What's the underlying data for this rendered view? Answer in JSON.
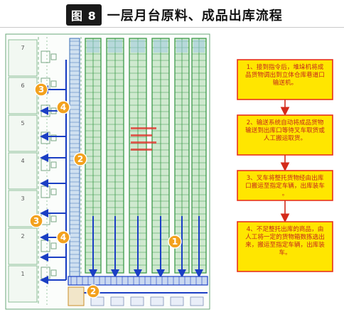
{
  "figure": {
    "number_label": "图 8",
    "title": "一层月台原料、成品出库流程"
  },
  "dock_slots": [
    "7",
    "6",
    "5",
    "4",
    "3",
    "2",
    "1"
  ],
  "flow_markers": [
    {
      "id": "m3a",
      "label": "3"
    },
    {
      "id": "m4a",
      "label": "4"
    },
    {
      "id": "m2a",
      "label": "2"
    },
    {
      "id": "m3b",
      "label": "3"
    },
    {
      "id": "m4b",
      "label": "4"
    },
    {
      "id": "m1",
      "label": "1"
    },
    {
      "id": "m2b",
      "label": "2"
    }
  ],
  "steps": [
    "1、接到指令后，堆垛机将成品货物调出到立体仓库巷道口输送机。",
    "2、输送系统自动将成品货物输送到出库口等待叉车取货或人工搬运取货。",
    "3、叉车将整托货物经由出库口搬运至指定车辆，出库装车。",
    "4、不足整托出库的商品，由人工将一定的货物箱数拣选出来，搬运至指定车辆，出库装车。"
  ],
  "colors": {
    "rack_green": "#3c9a4a",
    "rack_light": "#cfe9cf",
    "conveyor_blue": "#1b3fc4",
    "marker_orange": "#f3a11d",
    "step_box_fill": "#ffe600",
    "step_box_border": "#e8321e",
    "arrow_red": "#d42a1a",
    "annotation_red": "#e0302a"
  }
}
